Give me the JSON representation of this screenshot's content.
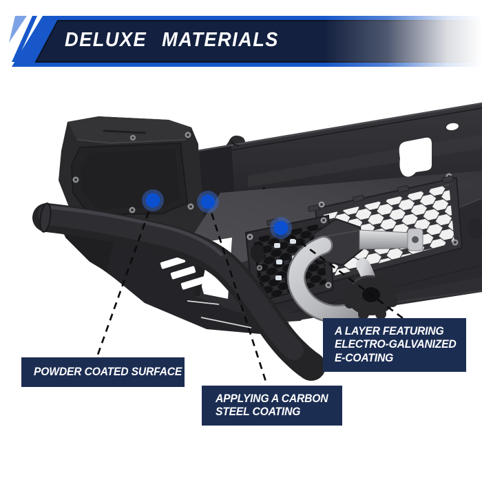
{
  "header": {
    "title": "DELUXE MATERIALS"
  },
  "callouts": {
    "powder": {
      "lines": [
        "POWDER COATED SURFACE"
      ]
    },
    "carbon": {
      "lines": [
        "APPLYING A CARBON",
        "STEEL COATING"
      ]
    },
    "egalv": {
      "lines": [
        "A LAYER FEATURING",
        "ELECTRO-GALVANIZED",
        "E-COATING"
      ]
    }
  },
  "markers": {
    "count": "3"
  },
  "colors": {
    "banner_blue": "#1757c9",
    "banner_navy": "#13203f",
    "stripe_light": "#7da3e6",
    "label_navy": "#1c2d52",
    "marker_blue": "#0b50d0",
    "marker_halo": "#3566c9",
    "leader_line": "#0c0c0c"
  }
}
